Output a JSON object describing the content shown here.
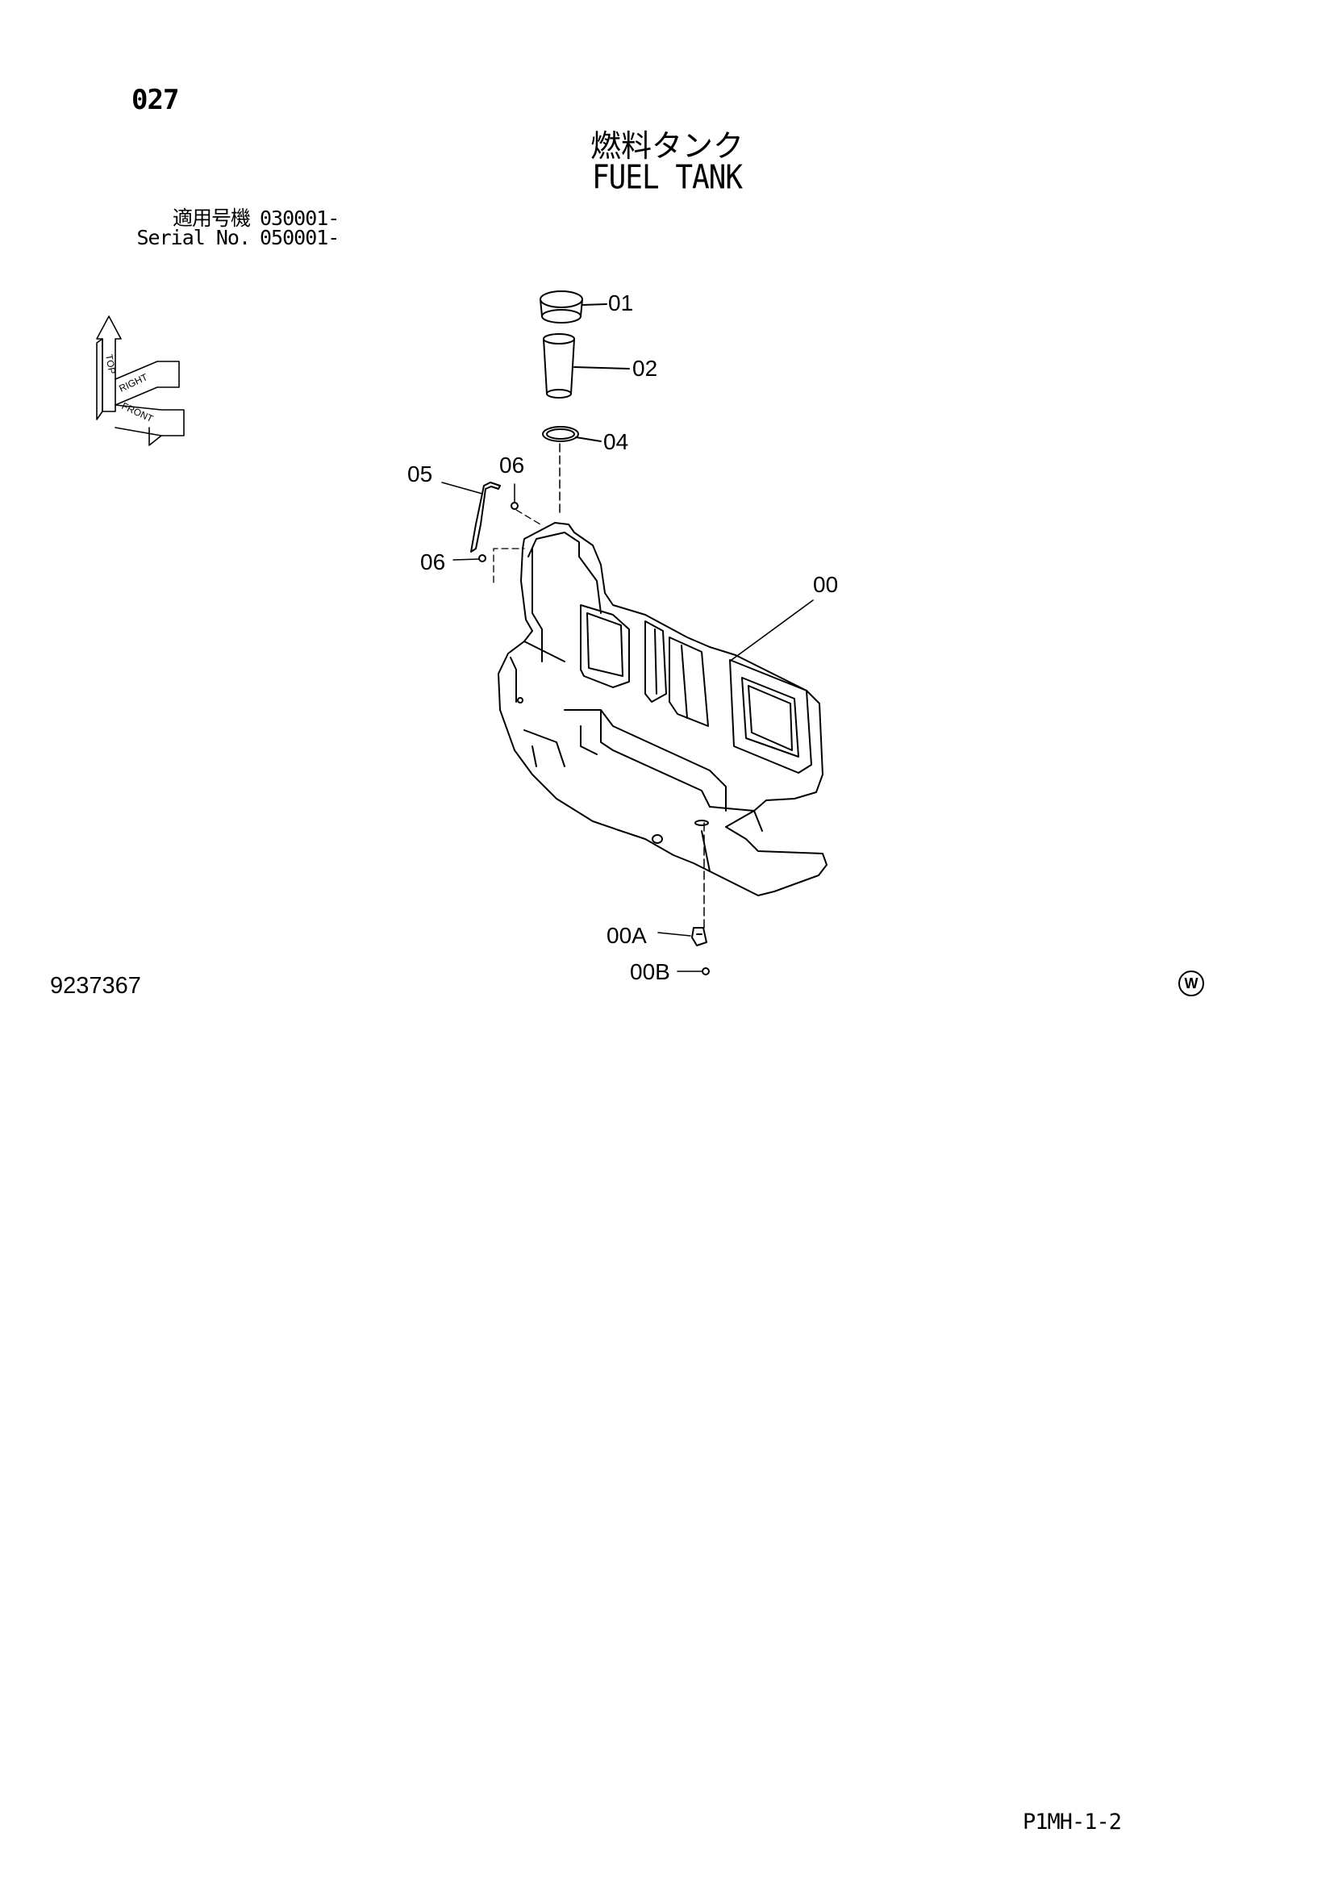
{
  "header": {
    "page_number": "027",
    "title_jp": "燃料タンク",
    "title_en": "FUEL TANK"
  },
  "serials": [
    {
      "label": "適用号機",
      "value": "030001-"
    },
    {
      "label": "Serial No.",
      "value": "050001-"
    }
  ],
  "orientation_icon": {
    "labels": [
      "TOP",
      "RIGHT",
      "FRONT"
    ]
  },
  "callouts": {
    "c01": "01",
    "c02": "02",
    "c04": "04",
    "c05": "05",
    "c06a": "06",
    "c06b": "06",
    "c00": "00",
    "c00a": "00A",
    "c00b": "00B"
  },
  "footer": {
    "drawing_number": "9237367",
    "mark": "W",
    "code": "P1MH-1-2"
  }
}
